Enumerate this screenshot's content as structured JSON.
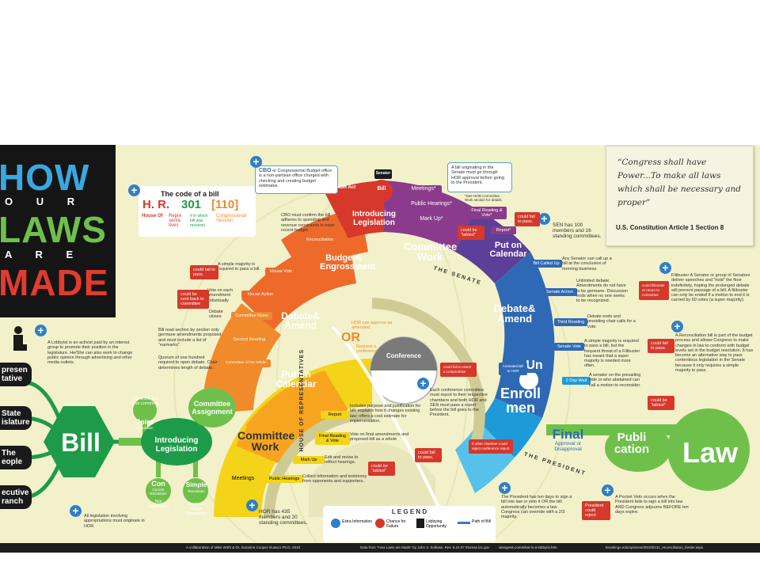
{
  "title": {
    "line1": "HOW",
    "line2": "O  U  R",
    "line3": "LAWS",
    "line4": "A  R  E",
    "line5": "MADE"
  },
  "quote": {
    "text": "“Congress shall have Power...To make all laws which shall be necessary and proper”",
    "attribution": "U.S. Constitution Article 1 Section 8"
  },
  "bill_code": {
    "heading": "The code of a bill",
    "hr": "H. R.",
    "num": "301",
    "session": "[110]",
    "l1": "House Of",
    "l2": "Repre senta tives",
    "l3": "# in which bill was received",
    "l4": "Congressional Session"
  },
  "cbo": {
    "term": "CBO",
    "text": "or Congressional Budget office is a non-partisan office charged with checking and creating budget estimates."
  },
  "senate_origin": "A bill originating in the Senate must go through HOR approval before going to the President.",
  "labels": {
    "hor_act": "HOR Act",
    "senator": "Senator",
    "bill": "Bill",
    "introducing_top": "Introducing Legislation",
    "budget": "Budget& Engrossment",
    "debate_house": "Debate& Amend",
    "put_house": "Put on Calendar",
    "committee_house": "Committee Work",
    "committee_senate": "Committee Work",
    "put_senate": "Put on Calendar",
    "debate_senate": "Debate& Amend",
    "un": "Un",
    "enroll": "Enroll men",
    "final": "Final",
    "final_sub": "Approval or Disapproval",
    "publication": "Publi cation",
    "law": "Law",
    "bill_big": "Bill",
    "introducing": "Introducing Legislation",
    "committee_assign": "Committee Assignment",
    "joint": "Joint",
    "joint_sub": "Resolution",
    "joint_note": "Like a bill, but less common",
    "con": "Con",
    "con_sub": "Current Resolution",
    "con_note": "Not Legislation",
    "simple": "Simple",
    "simple_sub": "Resolution",
    "simple_note": "Regards House Operations",
    "meetings": "Meetings",
    "conference": "Conference",
    "or": "OR",
    "house_arc": "HOUSE OF REPRESENTATIVES",
    "senate_arc": "THE SENATE",
    "president_arc": "THE PRESIDENT"
  },
  "left_cards": [
    "presen tative",
    "State islature",
    "The eople",
    "ecutive ranch"
  ],
  "senate_steps": [
    {
      "label": "Meetings*"
    },
    {
      "label": "Public Hearings*"
    },
    {
      "label": "Mark Up*"
    },
    {
      "label": "*See HOR Committee Work section for details"
    },
    {
      "label": "Final Reading & Vote*"
    },
    {
      "label": "Report*"
    }
  ],
  "house_steps": [
    {
      "label": "House Vote",
      "text": "A simple majority is required to pass a bill."
    },
    {
      "label": "House Action",
      "text": "Vote on each amendment individually"
    },
    {
      "label": "Committee Rises",
      "text": "Debate closes"
    },
    {
      "label": "Second Reading",
      "text": "Bill read section by section only germane amendments proposed and must include a list of “earmarks”."
    },
    {
      "label": "Committee of the Whole",
      "text": "Quorum of one hundred required to open debate. Chair determines length of debate."
    },
    {
      "label": "Reconciliation",
      "text": "CBO must confirm the bill adheres to spending and revenue constraints in most recent budget."
    }
  ],
  "committee_steps": [
    {
      "label": "Report",
      "text": "Includes purpose and justification for bill; explains how it changes existing law; offers a cost estimate for implementation."
    },
    {
      "label": "Final Reading & Vote",
      "text": "Vote on final amendments and proposed bill as a whole"
    },
    {
      "label": "Mark Up",
      "text": "Edit and revise to reflect hearings."
    },
    {
      "label": "Public Hearings",
      "text": "Collect information and testimony from opponents and supporters."
    }
  ],
  "senate_right": [
    {
      "label": "Bill Called Up",
      "text": "Any Senator can call up a bill at the conclusion of morning business."
    },
    {
      "label": "Senate Action",
      "text": "Unlimited debate. Amendments do not have to be germane. Discussion ends when no one seeks to be recognized."
    },
    {
      "label": "Third Reading",
      "text": "Debate ends and presiding chair calls for a vote."
    },
    {
      "label": "Senate Vote",
      "text": "A simple majority is required to pass a bill, but the frequent threat of a Filibuster has meant that a super majority is needed more often."
    },
    {
      "label": "Amended Bill to HOR"
    },
    {
      "label": "2 Day Wait",
      "text": "A senator on the prevailing side or who abstained can call a motion to reconsider."
    }
  ],
  "info": {
    "lobbyist": "A Lobbyist is an activist paid by an interest group to promote their position in the legislature. He/She can also work to change public opinion through advertising and other media outlets.",
    "sen": "SEN has 100 members and 16 standing committees.",
    "hor": "HOR has 435 members and 20 standing committees.",
    "filibuster": "Filibuster A Senator or group of Senators deliver speeches and “hold” the floor indefinitely, hoping the prolonged debate will prevent passage of a bill. A filibuster can only be ended if a motion to end it is carried by 60 votes (a super majority).",
    "reconciliation": "A Reconciliation bill is part of the budget process and allows Congress to make changes in law to conform with budget levels set in the budget resolution. It has become an alternative way to pass contentious legislation in the Senate because it only requires a simple majority to pass.",
    "conference": "Each conference committee must report to their respective chambers and both HOR and SEN must pass a report before the bill goes to the President.",
    "president": "The President has ten days to sign a bill into law or veto it OR the bill automatically becomes a law. Congress can override with a 2/3 majority.",
    "pocket": "A Pocket Veto occurs when the President fails to sign a bill into law AND Congress adjourns BEFORE ten days expire.",
    "appropriations": "All legislation involving appropriations must originate in HOR.",
    "hor_approve": "HOR can approve as amended",
    "request_conf": "Request a conference"
  },
  "fail": {
    "pass": "could fail to pass.",
    "tabled": "could be “tabled”",
    "compromise": "could fail to reach a compromise",
    "filibuster": "could filibuster or return to committee",
    "reject": "President could reject.",
    "other": "If other chamber could reject conference report",
    "back": "could be sent back to committee"
  },
  "legend": {
    "title": "L E G E N D",
    "items": [
      "Extra Information",
      "Chance for Failure",
      "Lobbying Opportunity",
      "Path of Bill"
    ]
  },
  "footer": [
    "A collaboration of Mike Wirth & Dr. Suzanne Cooper-Guasco Ph.D. 2010",
    "Data from “How Laws are Made” by John V. Sullivan. Rev. 6.24.07 thomas.loc.gov",
    "wisegeek.com/what-is-a-lobbyist.htm",
    "brookings.edu/opinions/2010/0131_reconciliation_binder.aspx"
  ],
  "colors": {
    "bg": "#f3f1c9",
    "red": "#d6382b",
    "orange": "#ee6a2b",
    "amber": "#f7a51f",
    "yellow": "#f4d418",
    "purple": "#8a3b8c",
    "blue": "#2f69b5",
    "sky": "#1f9ad8",
    "green": "#1e9b48",
    "lightgreen": "#6fc04b"
  }
}
